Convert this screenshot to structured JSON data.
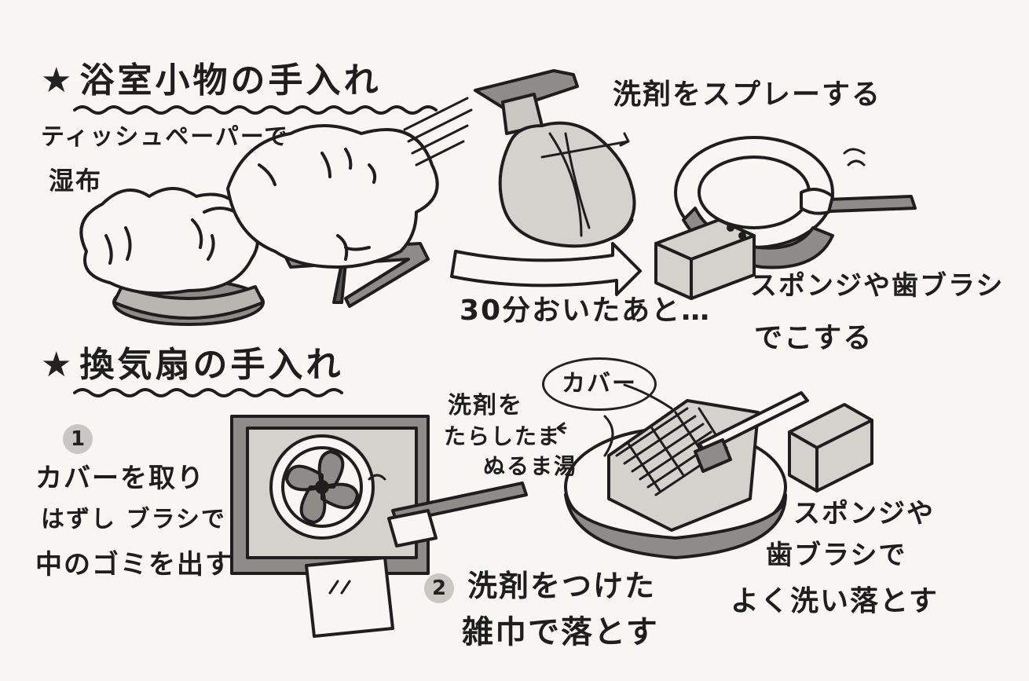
{
  "bath": {
    "star": "★",
    "title": "浴室小物の手入れ",
    "tissue_line1": "ティッシュペーパーで",
    "tissue_line2": "湿布",
    "spray": "洗剤をスプレーする",
    "after": "30分おいたあと…",
    "scrub_line1": "スポンジや歯ブラシ",
    "scrub_line2": "でこする"
  },
  "fan": {
    "star": "★",
    "title": "換気扇の手入れ",
    "step1_num": "1",
    "step1_line1": "カバーを取り",
    "step1_line2": "はずし ブラシで",
    "step1_line3": "中のゴミを出す",
    "step2_num": "2",
    "step2_line1": "洗剤をつけた",
    "step2_line2": "雑巾で落とす",
    "cover_label": "カバー",
    "soak_line1": "洗剤を",
    "soak_line2": "たらしたま",
    "soak_line3": "ぬるま湯",
    "wash_line1": "スポンジや",
    "wash_line2": "歯ブラシで",
    "wash_line3": "よく洗い落とす"
  },
  "colors": {
    "ink": "#1e1e1e",
    "paper": "#f7f6f2",
    "shade": "#8e8c88",
    "light": "#d4d2cd"
  }
}
